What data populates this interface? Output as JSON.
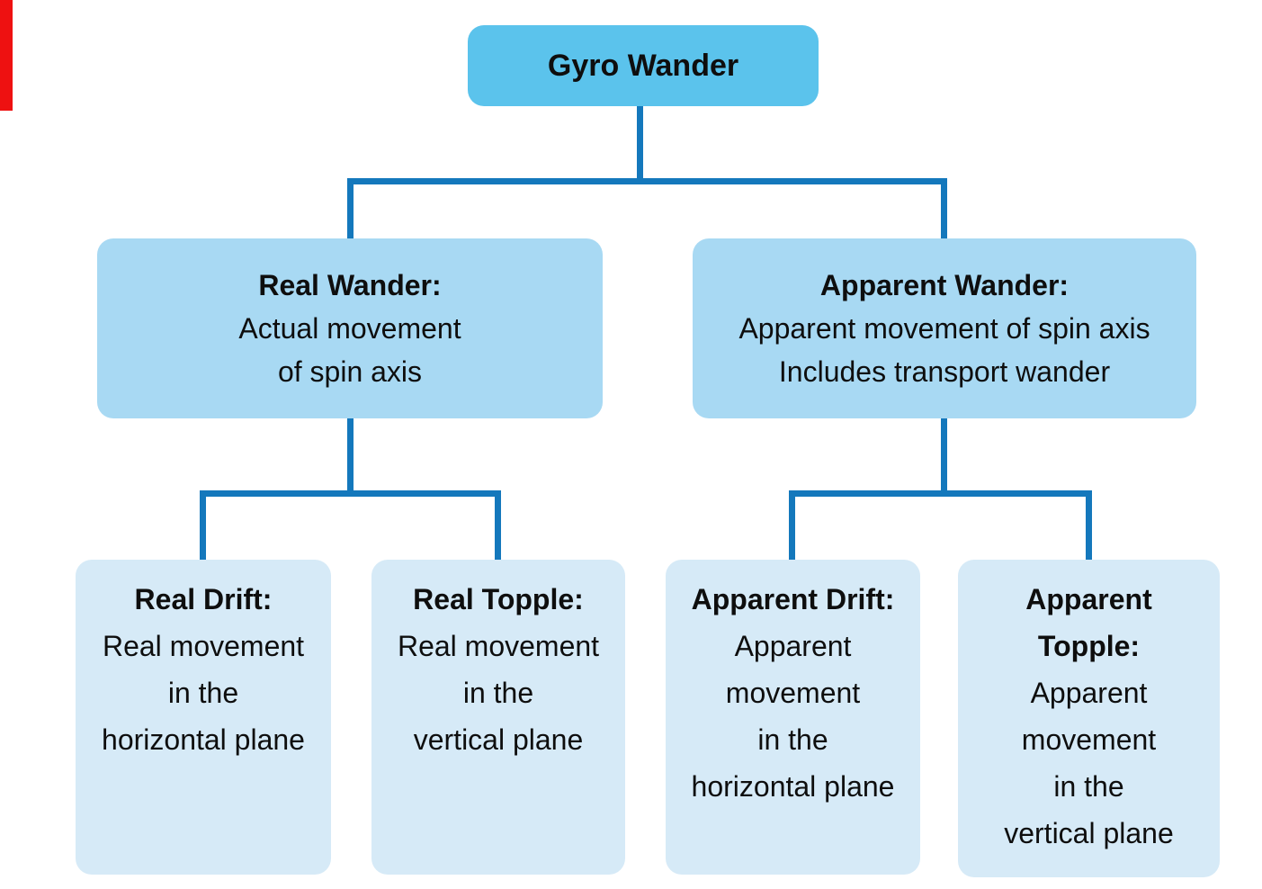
{
  "palette": {
    "box_top": "#5BC3EC",
    "box_mid": "#A8D9F3",
    "box_leaf": "#D6EAF7",
    "line": "#1478BC",
    "text": "#0E0E0E",
    "marker_red": "#EE1111",
    "background": "#FFFFFF"
  },
  "diagram": {
    "root": {
      "heading": [
        "Gyro Wander"
      ]
    },
    "level2": [
      {
        "id": "real-wander",
        "heading": [
          "Real Wander:"
        ],
        "body": [
          "Actual movement",
          "of spin axis"
        ]
      },
      {
        "id": "apparent-wander",
        "heading": [
          "Apparent Wander:"
        ],
        "body": [
          "Apparent movement of spin axis",
          "Includes transport wander"
        ]
      }
    ],
    "level3": [
      {
        "id": "real-drift",
        "parent": "real-wander",
        "heading": [
          "Real Drift:"
        ],
        "body": [
          "Real movement",
          "in the",
          "horizontal plane"
        ]
      },
      {
        "id": "real-topple",
        "parent": "real-wander",
        "heading": [
          "Real Topple:"
        ],
        "body": [
          "Real movement",
          "in the",
          "vertical plane"
        ]
      },
      {
        "id": "apparent-drift",
        "parent": "apparent-wander",
        "heading": [
          "Apparent Drift:"
        ],
        "body": [
          "Apparent",
          "movement",
          "in the",
          "horizontal plane"
        ]
      },
      {
        "id": "apparent-topple",
        "parent": "apparent-wander",
        "heading": [
          "Apparent",
          "Topple:"
        ],
        "body": [
          "Apparent",
          "movement",
          "in the",
          "vertical plane"
        ]
      }
    ]
  }
}
